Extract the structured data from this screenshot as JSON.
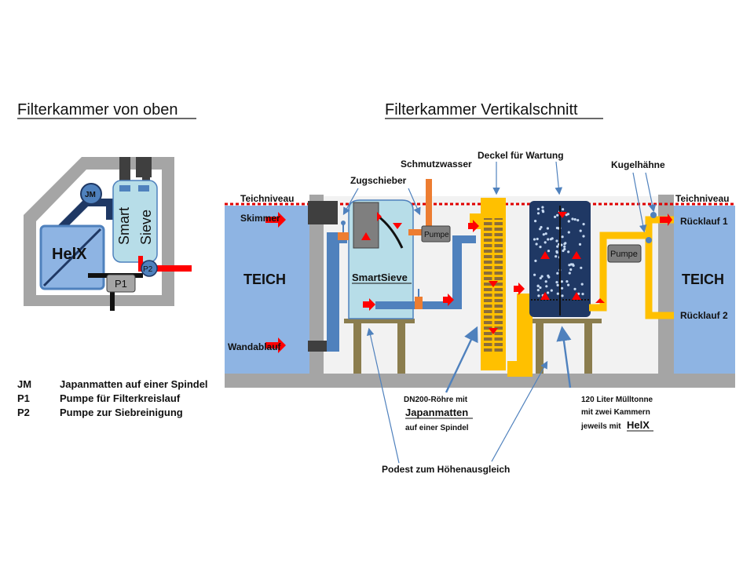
{
  "titles": {
    "top_view": "Filterkammer von oben",
    "vertical_section": "Filterkammer Vertikalschnitt"
  },
  "top_view": {
    "jm": "JM",
    "helix": "HelX",
    "smart": "Smart",
    "sieve": "Sieve",
    "p1": "P1",
    "p2": "P2"
  },
  "legend": [
    {
      "abbr": "JM",
      "desc": "Japanmatten auf einer Spindel"
    },
    {
      "abbr": "P1",
      "desc": "Pumpe für Filterkreislauf"
    },
    {
      "abbr": "P2",
      "desc": "Pumpe zur Siebreinigung"
    }
  ],
  "section": {
    "teichniveau_left": "Teichniveau",
    "teichniveau_right": "Teichniveau",
    "skimmer": "Skimmer",
    "wandablauf": "Wandablauf",
    "teich_left": "TEICH",
    "teich_right": "TEICH",
    "zugschieber": "Zugschieber",
    "schmutzwasser": "Schmutzwasser",
    "deckel": "Deckel für Wartung",
    "kugelhaehne": "Kugelhähne",
    "pumpe_small": "Pumpe",
    "pumpe_right": "Pumpe",
    "smartsieve": "SmartSieve",
    "ruecklauf1": "Rücklauf 1",
    "ruecklauf2": "Rücklauf 2",
    "dn200_line1": "DN200-Röhre mit",
    "dn200_line2": "Japanmatten",
    "dn200_line3": "auf einer Spindel",
    "tonne_line1": "120 Liter Mülltonne",
    "tonne_line2": "mit zwei Kammern",
    "tonne_line3a": "jeweils mit",
    "tonne_line3b": "HelX",
    "podest": "Podest zum Höhenausgleich"
  },
  "colors": {
    "wall": "#a5a5a5",
    "water": "#8eb4e3",
    "pipe_dark": "#3f3f3f",
    "pipe_blue": "#4f81bd",
    "pipe_navy": "#1f3864",
    "pipe_yellow": "#ffc000",
    "orange": "#ed7d31",
    "arrow_red": "#ff0000",
    "podest": "#8b7d4e",
    "sieve_fill": "#b7dde8",
    "pump_gray": "#7f7f7f"
  }
}
